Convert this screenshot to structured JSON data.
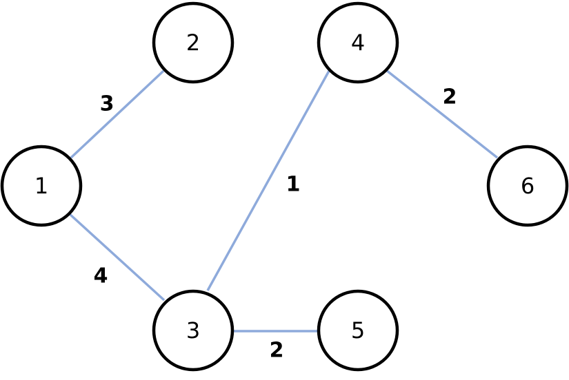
{
  "graph": {
    "nodes": [
      {
        "id": "1",
        "label": "1"
      },
      {
        "id": "2",
        "label": "2"
      },
      {
        "id": "3",
        "label": "3"
      },
      {
        "id": "4",
        "label": "4"
      },
      {
        "id": "5",
        "label": "5"
      },
      {
        "id": "6",
        "label": "6"
      }
    ],
    "edges": [
      {
        "from": "1",
        "to": "2",
        "weight": "3"
      },
      {
        "from": "1",
        "to": "3",
        "weight": "4"
      },
      {
        "from": "3",
        "to": "4",
        "weight": "1"
      },
      {
        "from": "4",
        "to": "6",
        "weight": "2"
      },
      {
        "from": "3",
        "to": "5",
        "weight": "2"
      }
    ],
    "colors": {
      "edge": "#8eaadb",
      "node_stroke": "#000000",
      "node_fill": "#ffffff"
    }
  }
}
